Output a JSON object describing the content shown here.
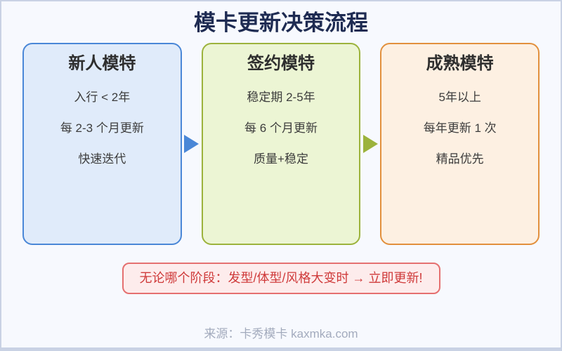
{
  "page": {
    "title": "模卡更新决策流程",
    "note": "无论哪个阶段：发型/体型/风格大变时 → 立即更新!",
    "source": "来源：卡秀模卡 kaxmka.com"
  },
  "stages": [
    {
      "id": "new-model",
      "title": "新人模特",
      "lines": [
        "入行 < 2年",
        "每 2-3 个月更新",
        "快速迭代"
      ],
      "bg": "#e0ebfa",
      "border": "#4a87d7"
    },
    {
      "id": "signed-model",
      "title": "签约模特",
      "lines": [
        "稳定期 2-5年",
        "每 6 个月更新",
        "质量+稳定"
      ],
      "bg": "#ecf5d4",
      "border": "#9cb33c"
    },
    {
      "id": "mature-model",
      "title": "成熟模特",
      "lines": [
        "5年以上",
        "每年更新 1 次",
        "精品优先"
      ],
      "bg": "#fdf0e2",
      "border": "#e2903d"
    }
  ],
  "arrows": [
    {
      "id": "arrow-1",
      "color": "#4a87d7"
    },
    {
      "id": "arrow-2",
      "color": "#9cb33c"
    }
  ],
  "colors": {
    "canvas_bg": "#f7f9fe",
    "frame_border": "#c9d2e4",
    "title_text": "#1e2b52",
    "note_bg": "#fdecec",
    "note_border": "#e57070",
    "note_text": "#cf3a3a",
    "source_text": "#a3abbd"
  }
}
